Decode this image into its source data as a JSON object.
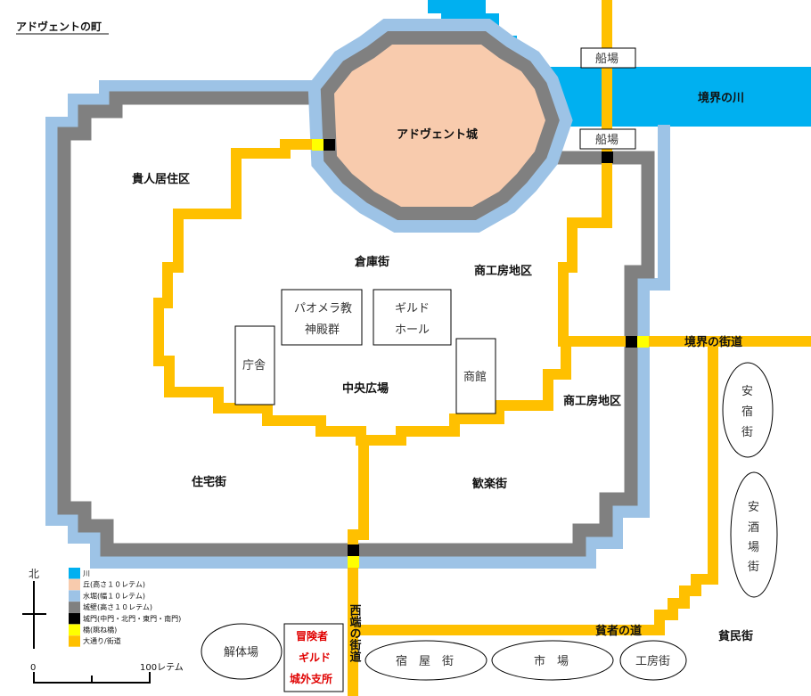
{
  "title": "アドヴェントの町",
  "colors": {
    "river": "#00B0F0",
    "hill": "#F8CBAD",
    "moat": "#9DC3E6",
    "wall": "#808080",
    "gate": "#000000",
    "bridge": "#FFFF00",
    "road": "#FFC000"
  },
  "places": {
    "castle": "アドヴェント城",
    "river": "境界の川",
    "pier1": "船場",
    "pier2": "船場",
    "noble": "貴人居住区",
    "warehouse": "倉庫街",
    "workshop1": "商工房地区",
    "workshop2": "商工房地区",
    "temple_l1": "パオメラ教",
    "temple_l2": "神殿群",
    "guild_l1": "ギルド",
    "guild_l2": "ホール",
    "office": "庁舎",
    "plaza": "中央広場",
    "trade": "商館",
    "residential": "住宅街",
    "entertainment": "歓楽街",
    "east_road": "境界の街道",
    "west_road": "西端の街道",
    "poor_road": "貧者の道",
    "slum": "貧民街",
    "cheap_inn": [
      "安",
      "宿",
      "街"
    ],
    "cheap_bar": [
      "安",
      "酒",
      "場",
      "街"
    ],
    "butcher": "解体場",
    "adv_guild": [
      "冒険者",
      "ギルド",
      "城外支所"
    ],
    "inns": "宿　屋　街",
    "market": "市　場",
    "crafts": "工房街"
  },
  "legend": {
    "north": "北",
    "items": [
      {
        "label": "川",
        "color": "#00B0F0"
      },
      {
        "label": "丘(高さ１０レテム)",
        "color": "#F8CBAD"
      },
      {
        "label": "水堀(幅１０レテム)",
        "color": "#9DC3E6"
      },
      {
        "label": "城壁(高さ１０レテム)",
        "color": "#808080"
      },
      {
        "label": "城門(中門・北門・東門・南門)",
        "color": "#000000"
      },
      {
        "label": "橋(跳ね橋)",
        "color": "#FFFF00"
      },
      {
        "label": "大通り/街道",
        "color": "#FFC000"
      }
    ],
    "scale_start": "0",
    "scale_end": "100レテム"
  }
}
